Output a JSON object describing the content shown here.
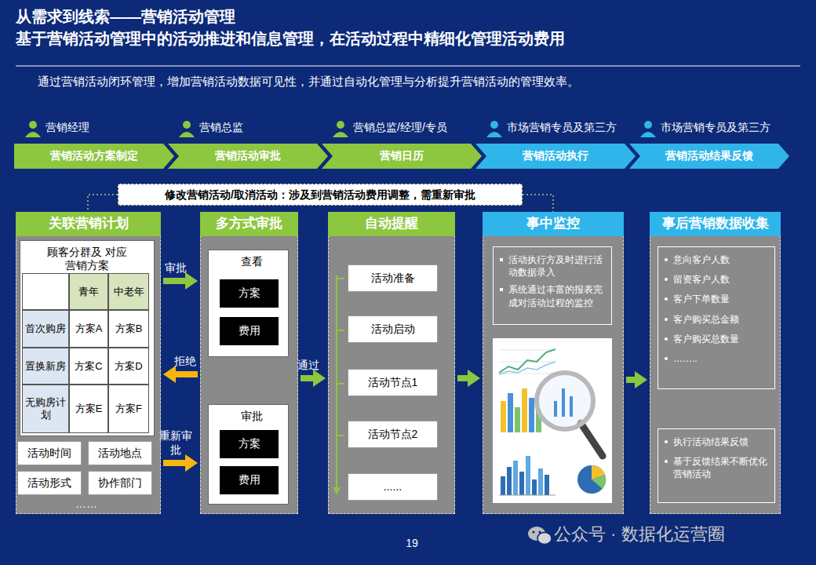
{
  "diagram": {
    "title": "从需求到线索——营销活动管理",
    "nodes": [
      {
        "text": [
          "营销经理",
          "营销活动方案制定"
        ]
      },
      {
        "text": [
          "营销总监",
          "营销活动审批"
        ]
      },
      {
        "text": [
          "营销总监/经理/专员",
          "营销日历"
        ]
      },
      {
        "text": [
          "市场营销专员及第三方",
          "营销活动执行"
        ]
      },
      {
        "text": [
          "市场营销专员及第三方",
          "营销活动结果反馈"
        ]
      },
      {
        "text": [
          "修改营销活动/取消活动：涉及到营销活动费用调整，需重新审批"
        ]
      },
      {
        "text": [
          "关联营销计划"
        ]
      },
      {
        "text": [
          "顾客分群及 对应营销方案"
        ],
        "in": 6
      },
      {
        "text": [
          "活动时间"
        ],
        "in": 6
      },
      {
        "text": [
          "活动地点"
        ],
        "in": 6
      },
      {
        "text": [
          "活动形式"
        ],
        "in": 6
      },
      {
        "text": [
          "协作部门"
        ],
        "in": 6
      },
      {
        "text": [
          "多方式审批"
        ]
      },
      {
        "text": [
          "查看"
        ],
        "in": 12
      },
      {
        "text": [
          "方案"
        ],
        "in": 13
      },
      {
        "text": [
          "费用"
        ],
        "in": 13
      },
      {
        "text": [
          "审批"
        ],
        "in": 12
      },
      {
        "text": [
          "方案"
        ],
        "in": 16
      },
      {
        "text": [
          "费用"
        ],
        "in": 16
      },
      {
        "text": [
          "自动提醒"
        ]
      },
      {
        "text": [
          "活动准备"
        ],
        "in": 19
      },
      {
        "text": [
          "活动启动"
        ],
        "in": 19
      },
      {
        "text": [
          "活动节点1"
        ],
        "in": 19
      },
      {
        "text": [
          "活动节点2"
        ],
        "in": 19
      },
      {
        "text": [
          "......"
        ],
        "in": 19
      },
      {
        "text": [
          "事中监控"
        ]
      },
      {
        "text": [
          "活动执行方及时进行活动数据录入",
          "系统通过丰富的报表完成对活动过程的监控"
        ],
        "in": 25
      },
      {
        "text": [
          "事后营销数据收集"
        ]
      },
      {
        "text": [
          "意向客户人数",
          "留资客户人数",
          "客户下单数量",
          "客户购买总金额",
          "客户购买总数量",
          "…….."
        ],
        "in": 27
      },
      {
        "text": [
          "执行活动结果反馈",
          "基于反馈结果不断优化营销活动"
        ],
        "in": 27
      }
    ],
    "edges": [
      {
        "from": 5,
        "to": 6,
        "arrow": "none"
      },
      {
        "from": 5,
        "to": 25,
        "arrow": "none"
      },
      {
        "from": 6,
        "to": 12,
        "label": "审批",
        "arrow": "to"
      },
      {
        "from": 12,
        "to": 6,
        "label": "拒绝",
        "arrow": "to"
      },
      {
        "from": 6,
        "to": 12,
        "label": "重新审批",
        "arrow": "to"
      },
      {
        "from": 12,
        "to": 19,
        "label": "通过",
        "arrow": "to"
      },
      {
        "from": 19,
        "to": 25,
        "arrow": "to"
      },
      {
        "from": 25,
        "to": 27,
        "arrow": "to"
      }
    ],
    "labels": [
      "基于营销活动管理中的活动推进和信息管理，在活动过程中精细化管理活动费用",
      "通过营销活动闭环管理，增加营销活动数据可见性，并通过自动化管理与分析提升营销活动的管理效率。",
      "青年",
      "中老年",
      "首次购房",
      "方案A",
      "方案B",
      "置换新房",
      "方案C",
      "方案D",
      "无购房计划",
      "方案E",
      "方案F",
      "……",
      "19",
      "公众号 · 数据化运营圈"
    ]
  }
}
